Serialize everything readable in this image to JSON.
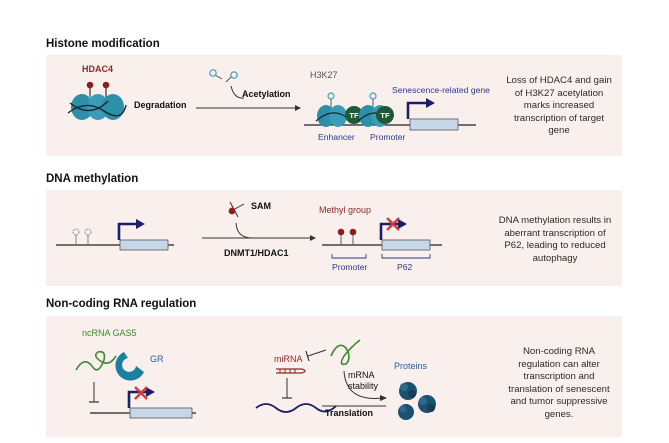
{
  "sections": [
    {
      "heading": "Histone modification",
      "labels": {
        "hdac4": "HDAC4",
        "degradation": "Degradation",
        "acetylation": "Acetylation",
        "h3k27": "H3K27",
        "tf1": "TF",
        "tf2": "TF",
        "enhancer": "Enhancer",
        "promoter": "Promoter",
        "gene": "Senescence-related gene"
      },
      "description": "Loss of HDAC4 and gain\nof H3K27 acetylation\nmarks increased\ntranscription of target\ngene"
    },
    {
      "heading": "DNA methylation",
      "labels": {
        "sam": "SAM",
        "enzymes": "DNMT1/HDAC1",
        "methyl_group": "Methyl group",
        "promoter": "Promoter",
        "p62": "P62"
      },
      "description": "DNA methylation results in\naberrant transcription of\nP62, leading to reduced\nautophagy"
    },
    {
      "heading": "Non-coding RNA regulation",
      "labels": {
        "ncrna": "ncRNA GAS5",
        "gr": "GR",
        "mirna": "miRNA",
        "stability": "mRNA\nstability",
        "translation": "Translation",
        "proteins": "Proteins"
      },
      "description": "Non-coding RNA\nregulation can alter\ntranscription and\ntranslation of senescent\nand tumor suppressive\ngenes."
    }
  ],
  "colors": {
    "panel_bg": "#f9efec",
    "histone": "#2e8fa8",
    "tf": "#1f5a36",
    "gene_box": "#c7d7ea",
    "arrow": "#1b1f6a",
    "mark": "#8b1f1f",
    "red_label": "#8b2a2a",
    "green_label": "#3a8a2e",
    "blue_label": "#2c5ba5",
    "gr": "#1b7fa0",
    "protein": "#1d4f6e"
  }
}
